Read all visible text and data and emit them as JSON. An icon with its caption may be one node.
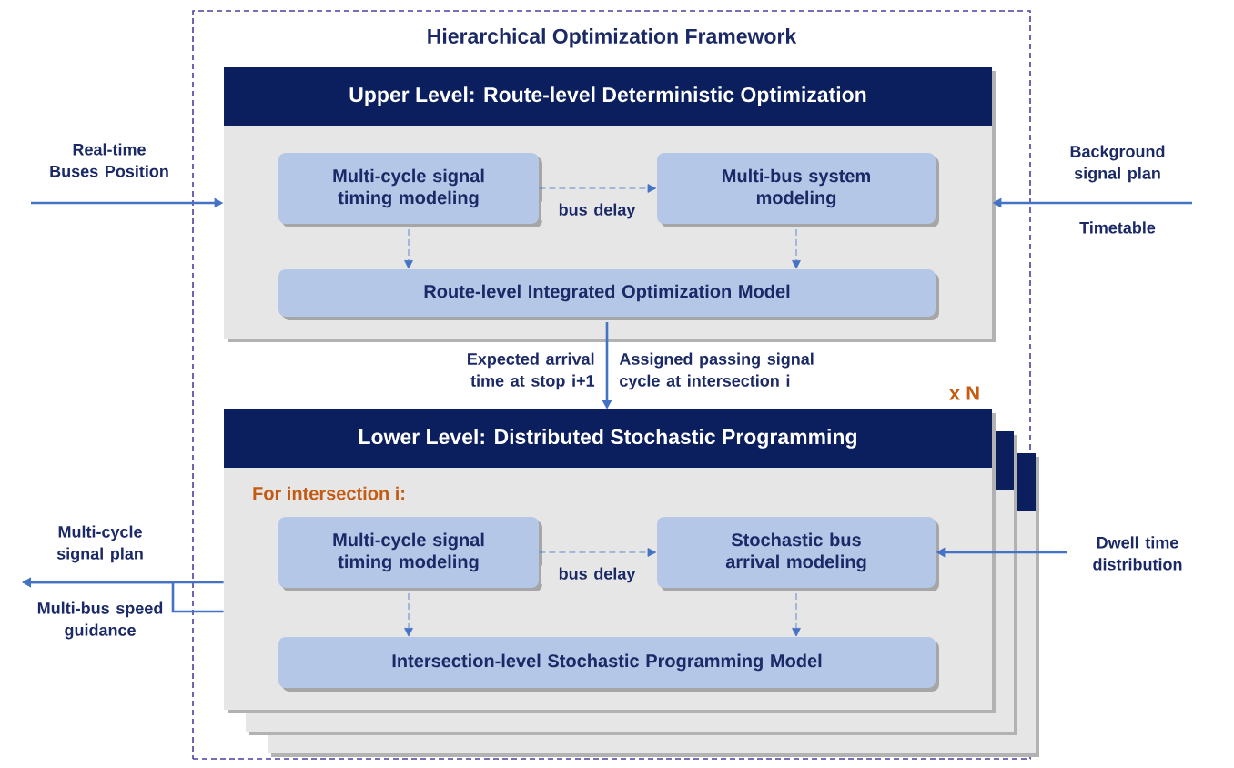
{
  "diagram": {
    "nodes": [
      {
        "text": [
          "Hierarchical Optimization Framework"
        ]
      },
      {
        "text": [
          "Upper Level: Route-level Deterministic Optimization"
        ],
        "in": 0
      },
      {
        "text": [
          "Multi-cycle signal timing modeling"
        ],
        "in": 1
      },
      {
        "text": [
          "Multi-bus system modeling"
        ],
        "in": 1
      },
      {
        "text": [
          "Route-level Integrated Optimization Model"
        ],
        "in": 1
      },
      {
        "text": [
          "Lower Level: Distributed Stochastic Programming",
          "For intersection i:"
        ],
        "beside": [
          "x N"
        ],
        "in": 0
      },
      {
        "text": [
          "Multi-cycle signal timing modeling"
        ],
        "in": 5
      },
      {
        "text": [
          "Stochastic bus arrival modeling"
        ],
        "in": 5
      },
      {
        "text": [
          "Intersection-level Stochastic Programming Model"
        ],
        "in": 5
      }
    ],
    "edges": [
      {
        "from": 2,
        "to": 3,
        "arrow": "to",
        "style": "dashed",
        "label": "bus delay"
      },
      {
        "from": 2,
        "to": 4,
        "arrow": "to",
        "style": "dashed"
      },
      {
        "from": 3,
        "to": 4,
        "arrow": "to",
        "style": "dashed"
      },
      {
        "from": 4,
        "to": 5,
        "arrow": "to",
        "label": "Expected arrival time at stop i+1"
      },
      {
        "from": 6,
        "to": 7,
        "arrow": "to",
        "style": "dashed",
        "label": "bus delay"
      },
      {
        "from": 6,
        "to": 8,
        "arrow": "to",
        "style": "dashed"
      },
      {
        "from": 7,
        "to": 8,
        "arrow": "to",
        "style": "dashed"
      },
      {
        "from": null,
        "to": 1,
        "arrow": "to",
        "label": "Real-time Buses Position"
      },
      {
        "from": null,
        "to": 1,
        "arrow": "to",
        "label": "Background signal plan"
      },
      {
        "from": null,
        "to": 7,
        "arrow": "to",
        "label": "Dwell time distribution"
      },
      {
        "from": 5,
        "to": null,
        "arrow": "to",
        "label": "Multi-cycle signal plan"
      },
      {
        "from": 5,
        "to": null,
        "arrow": "to",
        "label": "Multi-bus speed guidance"
      }
    ],
    "labels": [
      "Assigned passing signal cycle at intersection i",
      "Timetable"
    ]
  }
}
